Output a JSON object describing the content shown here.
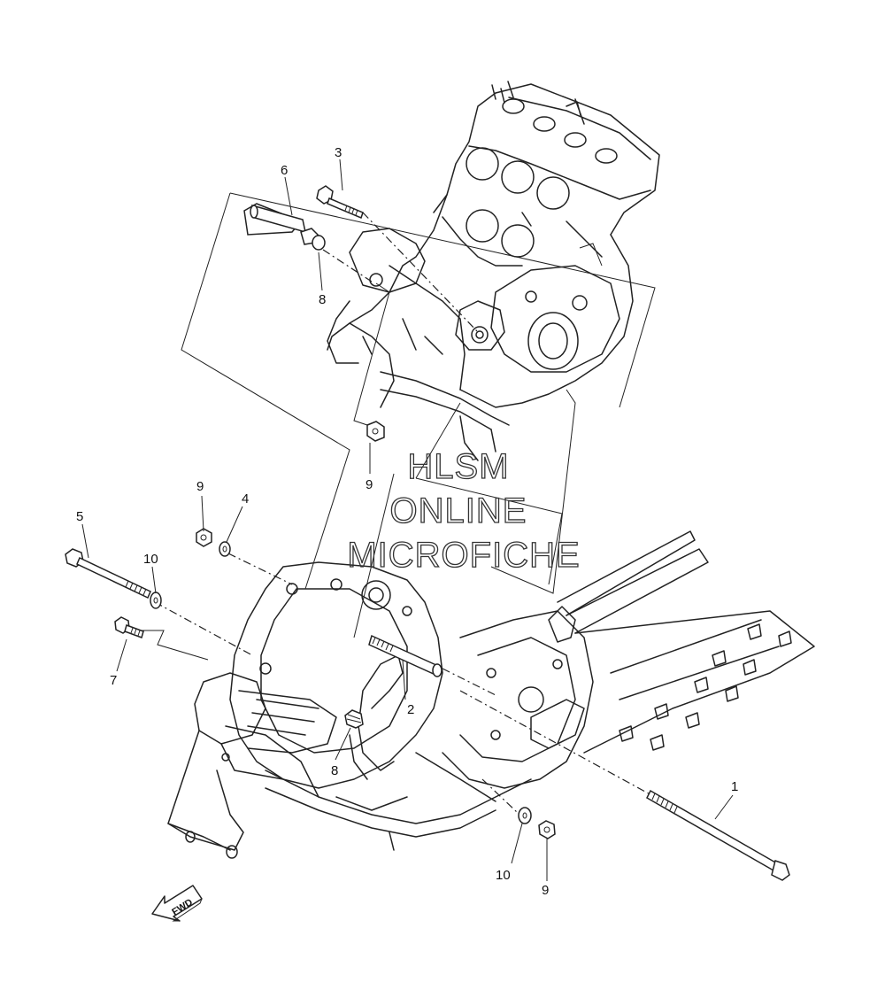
{
  "callouts": {
    "c1": "1",
    "c2": "2",
    "c3": "3",
    "c4": "4",
    "c5": "5",
    "c6": "6",
    "c7": "7",
    "c8a": "8",
    "c8b": "8",
    "c9a": "9",
    "c9b": "9",
    "c9c": "9",
    "c10a": "10",
    "c10b": "10"
  },
  "watermark": {
    "line1": "HLSM",
    "line2": "ONLINE",
    "line3": "MICROFICHE"
  },
  "direction": {
    "label": "FWD"
  },
  "colors": {
    "ink": "#222222",
    "background": "#ffffff"
  }
}
